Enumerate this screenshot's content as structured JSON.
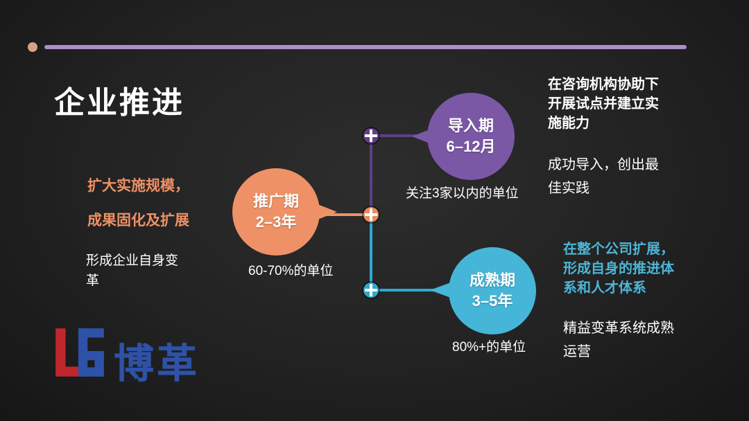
{
  "slide": {
    "title": "企业推进",
    "colors": {
      "background": "#232323",
      "accent_line": "#a791c6",
      "accent_dot": "#d9a184",
      "purple": "#7a58a5",
      "orange": "#ef9166",
      "cyan": "#46b6d8",
      "text_white": "#ffffff",
      "logo_blue": "#2e52a8",
      "logo_red": "#c0272d"
    },
    "icons": {
      "connector_node": "plus-in-circle"
    },
    "phases": [
      {
        "name": "导入期",
        "duration": "6–12月",
        "note": "关注3家以内的单位",
        "highlight": "在咨询机构协助下开展试点并建立实施能力",
        "detail": "成功导入，创出最佳实践",
        "color": "#7a58a5"
      },
      {
        "name": "推广期",
        "duration": "2–3年",
        "note": "60-70%的单位",
        "highlight": "扩大实施规模，成果固化及扩展",
        "detail": "形成企业自身变革",
        "color": "#ef9166"
      },
      {
        "name": "成熟期",
        "duration": "3–5年",
        "note": "80%+的单位",
        "highlight": "在整个公司扩展，形成自身的推进体系和人才体系",
        "detail": "精益变革系统成熟运营",
        "color": "#46b6d8"
      }
    ],
    "logo": {
      "text": "博革"
    }
  }
}
